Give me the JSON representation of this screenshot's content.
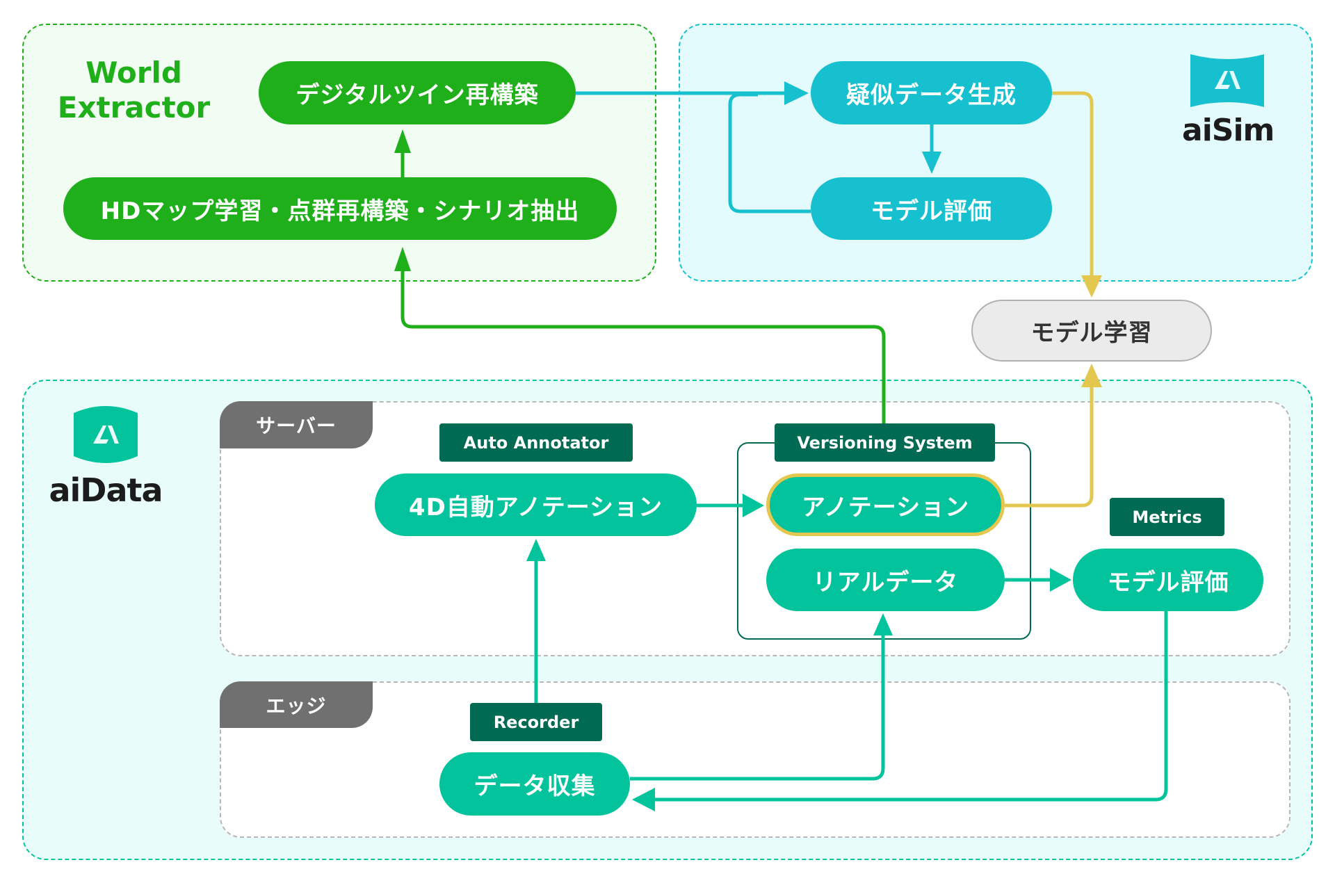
{
  "groups": {
    "world_extractor": {
      "title_line1": "World",
      "title_line2": "Extractor",
      "nodes": {
        "digital_twin": "デジタルツイン再構築",
        "hd_map": "HDマップ学習・点群再構築・シナリオ抽出"
      }
    },
    "aisim": {
      "logo_text": "aiSim",
      "nodes": {
        "synthetic_data": "疑似データ生成",
        "model_eval": "モデル評価"
      }
    },
    "aidata": {
      "logo_text": "aiData",
      "server": {
        "tab_label": "サーバー",
        "auto_annotator_label": "Auto Annotator",
        "auto_annotation": "4D自動アノテーション",
        "versioning_label": "Versioning System",
        "annotation": "アノテーション",
        "real_data": "リアルデータ",
        "metrics_label": "Metrics",
        "model_eval": "モデル評価"
      },
      "edge": {
        "tab_label": "エッジ",
        "recorder_label": "Recorder",
        "data_collection": "データ収集"
      }
    }
  },
  "model_training": "モデル学習",
  "colors": {
    "world_green": "#1faf1a",
    "sim_cyan": "#17c0cf",
    "data_teal": "#03c39c",
    "label_dark_green": "#006a52",
    "highlight_yellow": "#e3c74f",
    "tab_gray": "#707070"
  }
}
